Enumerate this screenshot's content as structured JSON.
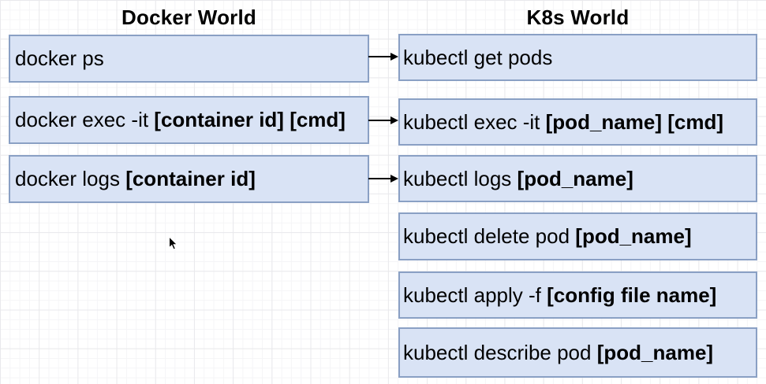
{
  "diagram": {
    "left_column": {
      "title": "Docker World",
      "boxes": [
        {
          "text": "docker ps",
          "bold": ""
        },
        {
          "text": "docker exec -it ",
          "bold": "[container id] [cmd]"
        },
        {
          "text": "docker logs ",
          "bold": "[container id]"
        }
      ]
    },
    "right_column": {
      "title": "K8s World",
      "boxes": [
        {
          "text": "kubectl get pods",
          "bold": ""
        },
        {
          "text": "kubectl exec -it ",
          "bold": "[pod_name] [cmd]"
        },
        {
          "text": "kubectl logs ",
          "bold": "[pod_name]"
        },
        {
          "text": "kubectl delete pod ",
          "bold": "[pod_name]"
        },
        {
          "text": "kubectl apply -f ",
          "bold": "[config file name]"
        },
        {
          "text": "kubectl describe pod ",
          "bold": "[pod_name]"
        }
      ]
    },
    "connections": [
      {
        "from": "docker ps",
        "to": "kubectl get pods"
      },
      {
        "from": "docker exec -it [container id] [cmd]",
        "to": "kubectl exec -it [pod_name] [cmd]"
      },
      {
        "from": "docker logs [container id]",
        "to": "kubectl logs [pod_name]"
      }
    ],
    "colors": {
      "box_fill": "#d9e3f5",
      "box_border": "#8aa0c4",
      "arrow": "#000000",
      "text": "#000000",
      "background": "#ffffff",
      "grid_minor": "#f5f5f7",
      "grid_major": "#e9e9ec"
    },
    "icons": {
      "connector": "right-arrow",
      "pointer": "mouse-cursor"
    }
  }
}
